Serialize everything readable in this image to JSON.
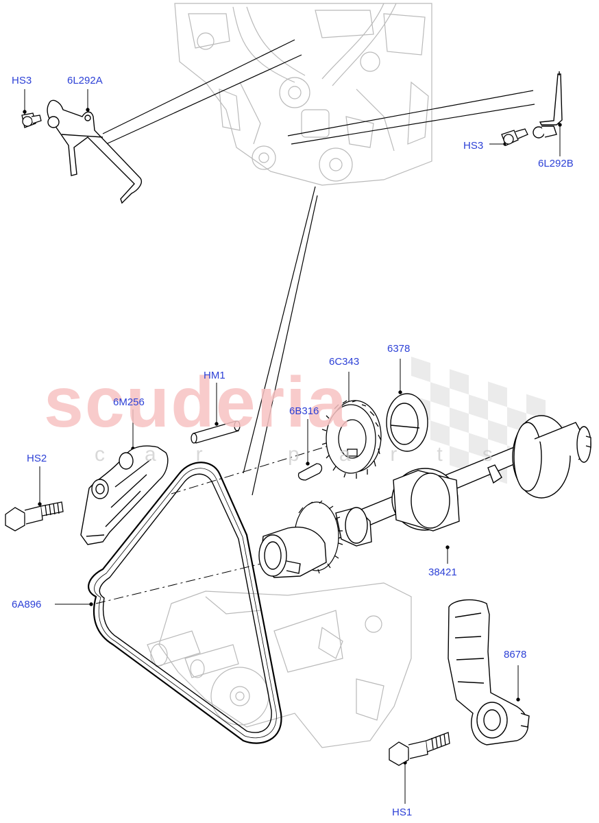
{
  "watermark": {
    "brand": "scuderia",
    "sub": "car parts"
  },
  "callouts": {
    "hs3_left": "HS3",
    "p6l292a": "6L292A",
    "hs3_right": "HS3",
    "p6l292b": "6L292B",
    "hm1": "HM1",
    "p6m256": "6M256",
    "hs2": "HS2",
    "p6b316": "6B316",
    "p6c343": "6C343",
    "p6378": "6378",
    "p38421": "38421",
    "p6a896": "6A896",
    "p8678": "8678",
    "hs1": "HS1"
  },
  "colors": {
    "callout": "#2b3fd6",
    "line": "#000000",
    "ghost": "#b9b9b9",
    "watermark": "#f7c3c3"
  }
}
